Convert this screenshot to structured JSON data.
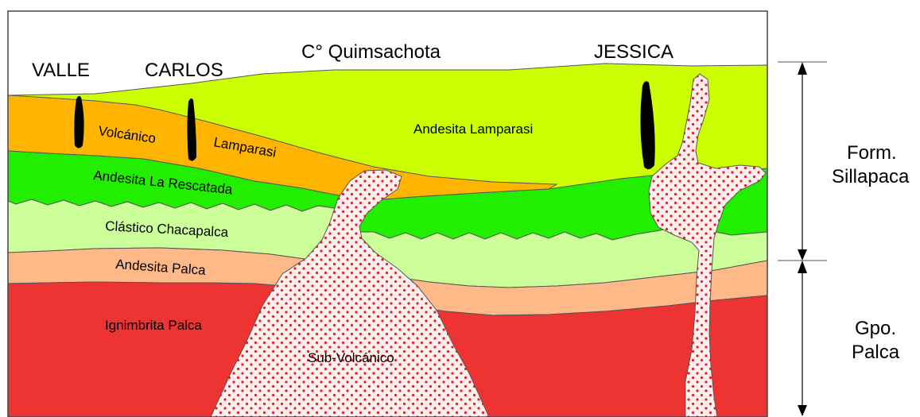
{
  "locations": {
    "valle": "VALLE",
    "carlos": "CARLOS",
    "quimsachota": "C° Quimsachota",
    "jessica": "JESSICA"
  },
  "layers": {
    "volcanico": "Volcánico",
    "lamparasi": "Lamparasi",
    "andesita_lamparasi": "Andesita Lamparasi",
    "andesita_la_rescatada": "Andesita La Rescatada",
    "clastico_chacapalca": "Clástico Chacapalca",
    "andesita_palca": "Andesita Palca",
    "ignimbrita_palca": "Ignimbrita Palca",
    "sub_volcanico": "Sub-Volcánico"
  },
  "formations": {
    "sillapaca_line1": "Form.",
    "sillapaca_line2": "Sillapaca",
    "palca_line1": "Gpo.",
    "palca_line2": "Palca"
  },
  "colors": {
    "andesita_lamparasi": "#ccff00",
    "volcanico_lamparasi": "#ffb400",
    "andesita_la_rescatada": "#22ee00",
    "clastico_chacapalca": "#ccff99",
    "andesita_palca": "#ffb888",
    "ignimbrita_palca": "#ee3333",
    "sub_volcanico_fill": "#ffeeee",
    "sub_volcanico_dots": "#dd2222",
    "veins": "#000000"
  }
}
